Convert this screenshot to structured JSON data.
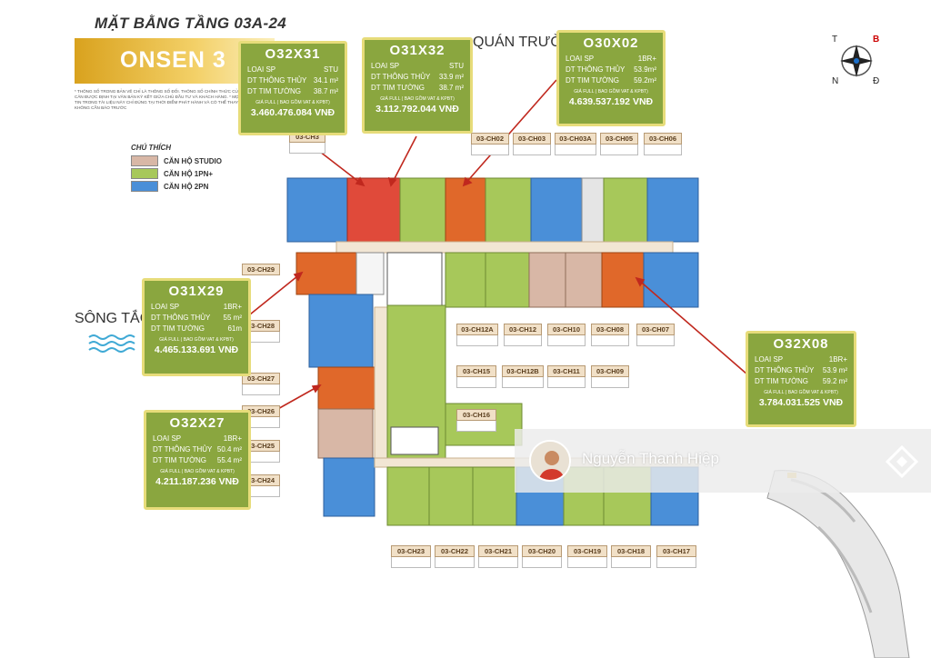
{
  "header": {
    "title": "MẶT BẰNG TẦNG 03A-24",
    "project": "ONSEN 3",
    "disclaimer": "* THÔNG SỐ TRONG BẢN VẼ CHỈ LÀ THÔNG SỐ ĐỐI. THÔNG SỐ CHÍNH THỨC CỦA TỪNG CĂN ĐƯỢC ĐỊNH TẠI VĂN BẢN KÝ KẾT GIỮA CHỦ ĐẦU TƯ VÀ KHÁCH HÀNG. * MỌI THÔNG TIN TRONG TÀI LIỆU NÀY CHỈ ĐÚNG TẠI THỜI ĐIỂM PHÁT HÀNH VÀ CÓ THỂ THAY ĐỔI MÀ KHÔNG CẦN BÁO TRƯỚC"
  },
  "roads": {
    "north": "QUÁN TRƯỜNG",
    "west": "SÔNG TẮC"
  },
  "compass": {
    "n": "T",
    "e": "B",
    "s": "N",
    "w": "Đ"
  },
  "legend": {
    "title": "CHÚ THÍCH",
    "items": [
      {
        "label": "CĂN HỘ STUDIO",
        "color": "#d8b7a6"
      },
      {
        "label": "CĂN HỘ 1PN+",
        "color": "#a7c85a"
      },
      {
        "label": "CĂN HỘ 2PN",
        "color": "#4a8fd8"
      }
    ]
  },
  "labels": {
    "loai_sp": "LOAI SP",
    "dt_thong_thuy": "DT THÔNG THỦY",
    "dt_tim_tuong": "DT TIM TƯỜNG",
    "gia_full": "GIÁ FULL ( BAO GỒM VAT & KPBT)"
  },
  "callouts": [
    {
      "code": "O32X31",
      "type": "STU",
      "thong_thuy": "34.1 m²",
      "tim_tuong": "38.7 m²",
      "price": "3.460.476.084 VNĐ"
    },
    {
      "code": "O31X32",
      "type": "STU",
      "thong_thuy": "33.9 m²",
      "tim_tuong": "38.7 m²",
      "price": "3.112.792.044 VNĐ"
    },
    {
      "code": "O30X02",
      "type": "1BR+",
      "thong_thuy": "53.9m²",
      "tim_tuong": "59.2m²",
      "price": "4.639.537.192 VNĐ"
    },
    {
      "code": "O31X29",
      "type": "1BR+",
      "thong_thuy": "55 m²",
      "tim_tuong": "61m",
      "price": "4.465.133.691 VNĐ"
    },
    {
      "code": "O32X27",
      "type": "1BR+",
      "thong_thuy": "50.4 m²",
      "tim_tuong": "55.4 m²",
      "price": "4.211.187.236 VNĐ"
    },
    {
      "code": "O32X08",
      "type": "1BR+",
      "thong_thuy": "53.9 m²",
      "tim_tuong": "59.2 m²",
      "price": "3.784.031.525 VNĐ"
    }
  ],
  "units": {
    "top": [
      "03-CH3",
      "03-CH02",
      "03-CH03",
      "03-CH03A",
      "03-CH05",
      "03-CH06"
    ],
    "middle": [
      "03-CH12A",
      "03-CH12",
      "03-CH10",
      "03-CH08",
      "03-CH07"
    ],
    "middle2": [
      "03-CH15",
      "03-CH12B",
      "03-CH11",
      "03-CH09"
    ],
    "single": [
      "03-CH16"
    ],
    "left": [
      "03-CH29",
      "03-CH28",
      "03-CH27",
      "03-CH26",
      "03-CH25",
      "03-CH24"
    ],
    "bottom": [
      "03-CH23",
      "03-CH22",
      "03-CH21",
      "03-CH20",
      "03-CH19",
      "03-CH18",
      "03-CH17"
    ]
  },
  "watermark": {
    "name": "Nguyễn Thanh Hiệp"
  }
}
